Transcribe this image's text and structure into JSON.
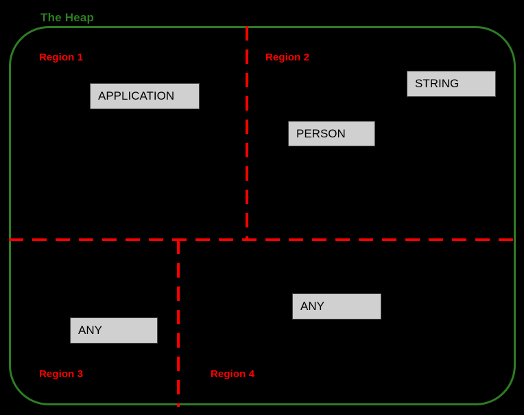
{
  "diagram": {
    "title": "The Heap",
    "colors": {
      "background": "#000000",
      "heap_border": "#2E7D23",
      "divider": "#FF0000",
      "object_fill": "#D0D0D0",
      "object_border": "#4A4A4A",
      "object_text": "#000000"
    },
    "heap": {
      "label": "The Heap"
    },
    "regions": [
      {
        "id": "region-1",
        "label": "Region 1"
      },
      {
        "id": "region-2",
        "label": "Region 2"
      },
      {
        "id": "region-3",
        "label": "Region 3"
      },
      {
        "id": "region-4",
        "label": "Region 4"
      }
    ],
    "objects": [
      {
        "id": "application",
        "label": "APPLICATION",
        "region": "Region 1"
      },
      {
        "id": "string",
        "label": "STRING",
        "region": "Region 2"
      },
      {
        "id": "person",
        "label": "PERSON",
        "region": "Region 2"
      },
      {
        "id": "any-region-3",
        "label": "ANY",
        "region": "Region 3"
      },
      {
        "id": "any-region-4",
        "label": "ANY",
        "region": "Region 4"
      }
    ],
    "dividers": [
      {
        "id": "horizontal-divider",
        "style": "dashed"
      },
      {
        "id": "vertical-divider-top",
        "style": "dashed"
      },
      {
        "id": "vertical-divider-bottom",
        "style": "dashed"
      }
    ]
  }
}
